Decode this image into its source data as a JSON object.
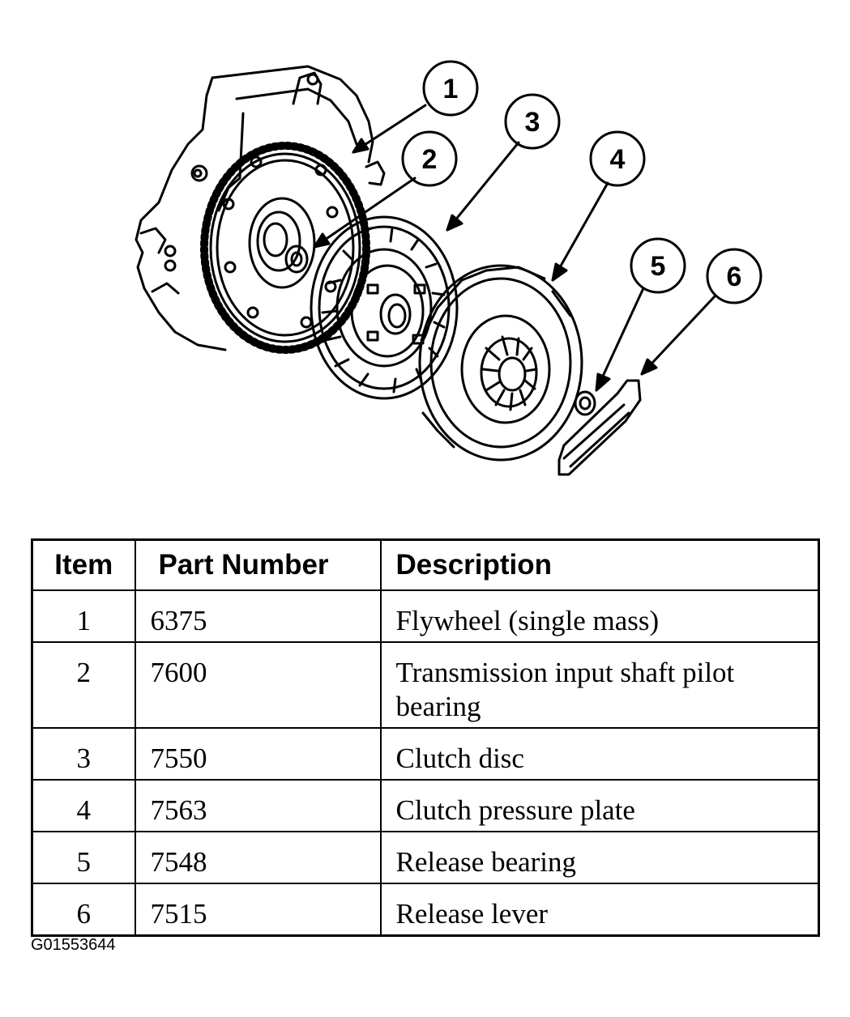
{
  "callouts": [
    "1",
    "2",
    "3",
    "4",
    "5",
    "6"
  ],
  "table": {
    "headers": {
      "item": "Item",
      "part_number": "Part Number",
      "description": "Description"
    },
    "rows": [
      {
        "item": "1",
        "part_number": "6375",
        "description": "Flywheel (single mass)"
      },
      {
        "item": "2",
        "part_number": "7600",
        "description": "Transmission input shaft pilot bearing"
      },
      {
        "item": "3",
        "part_number": "7550",
        "description": "Clutch disc"
      },
      {
        "item": "4",
        "part_number": "7563",
        "description": "Clutch pressure plate"
      },
      {
        "item": "5",
        "part_number": "7548",
        "description": "Release bearing"
      },
      {
        "item": "6",
        "part_number": "7515",
        "description": "Release lever"
      }
    ]
  },
  "figure_id": "G01553644",
  "colors": {
    "ink": "#000000",
    "paper": "#ffffff"
  }
}
